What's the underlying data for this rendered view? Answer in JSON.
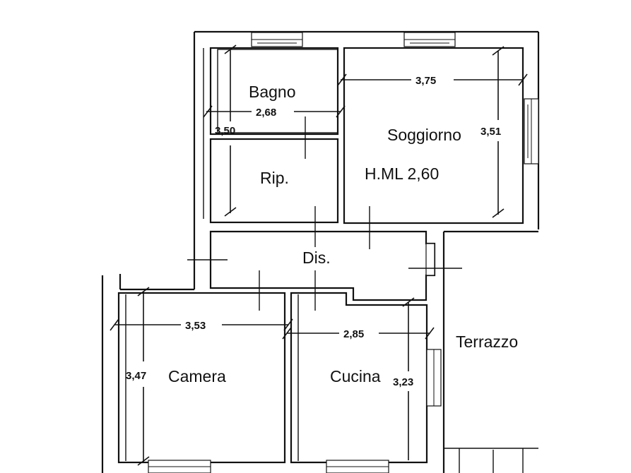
{
  "rooms": {
    "bagno": "Bagno",
    "soggiorno": "Soggiorno",
    "ripostiglio": "Rip.",
    "height": "H.ML 2,60",
    "disimpegno": "Dis.",
    "camera": "Camera",
    "cucina": "Cucina",
    "terrazzo": "Terrazzo"
  },
  "dimensions": {
    "bagno_width": "2,68",
    "bagno_height": "3,50",
    "soggiorno_width": "3,75",
    "soggiorno_height": "3,51",
    "camera_width": "3,53",
    "camera_height": "3,47",
    "cucina_width": "2,85",
    "cucina_height": "3,23"
  }
}
